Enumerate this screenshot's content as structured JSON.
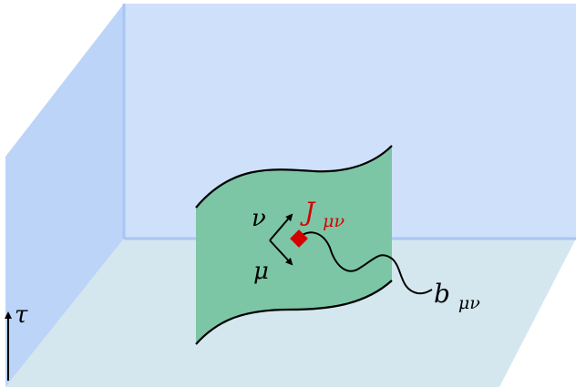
{
  "labels": {
    "tau": "τ",
    "nu": "ν",
    "mu": "μ",
    "current_main": "J",
    "current_sub": "μν",
    "field_main": "b",
    "field_sub": "μν"
  },
  "colors": {
    "back_wall": "#cfe0fb",
    "back_wall_edge": "#a9c6f3",
    "side_wall": "#bcd4f8",
    "floor": "#d4e7ef",
    "sheet": "#7cc6a5",
    "current": "#d40000",
    "current_label": "#d40000",
    "ink": "#000000"
  },
  "icons": {
    "current_marker": "red-diamond-icon",
    "time_arrow": "up-arrow-icon"
  }
}
